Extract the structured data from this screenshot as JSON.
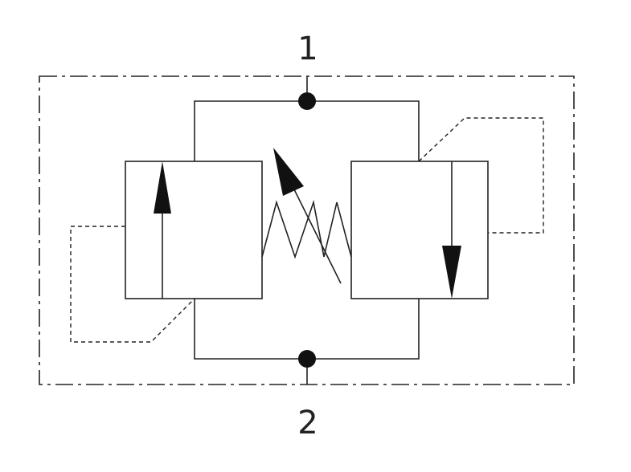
{
  "diagram": {
    "ports": [
      {
        "id": "port-1",
        "label": "1"
      },
      {
        "id": "port-2",
        "label": "2"
      }
    ],
    "colors": {
      "stroke": "#222222",
      "fill": "#111111",
      "background": "#ffffff"
    }
  }
}
